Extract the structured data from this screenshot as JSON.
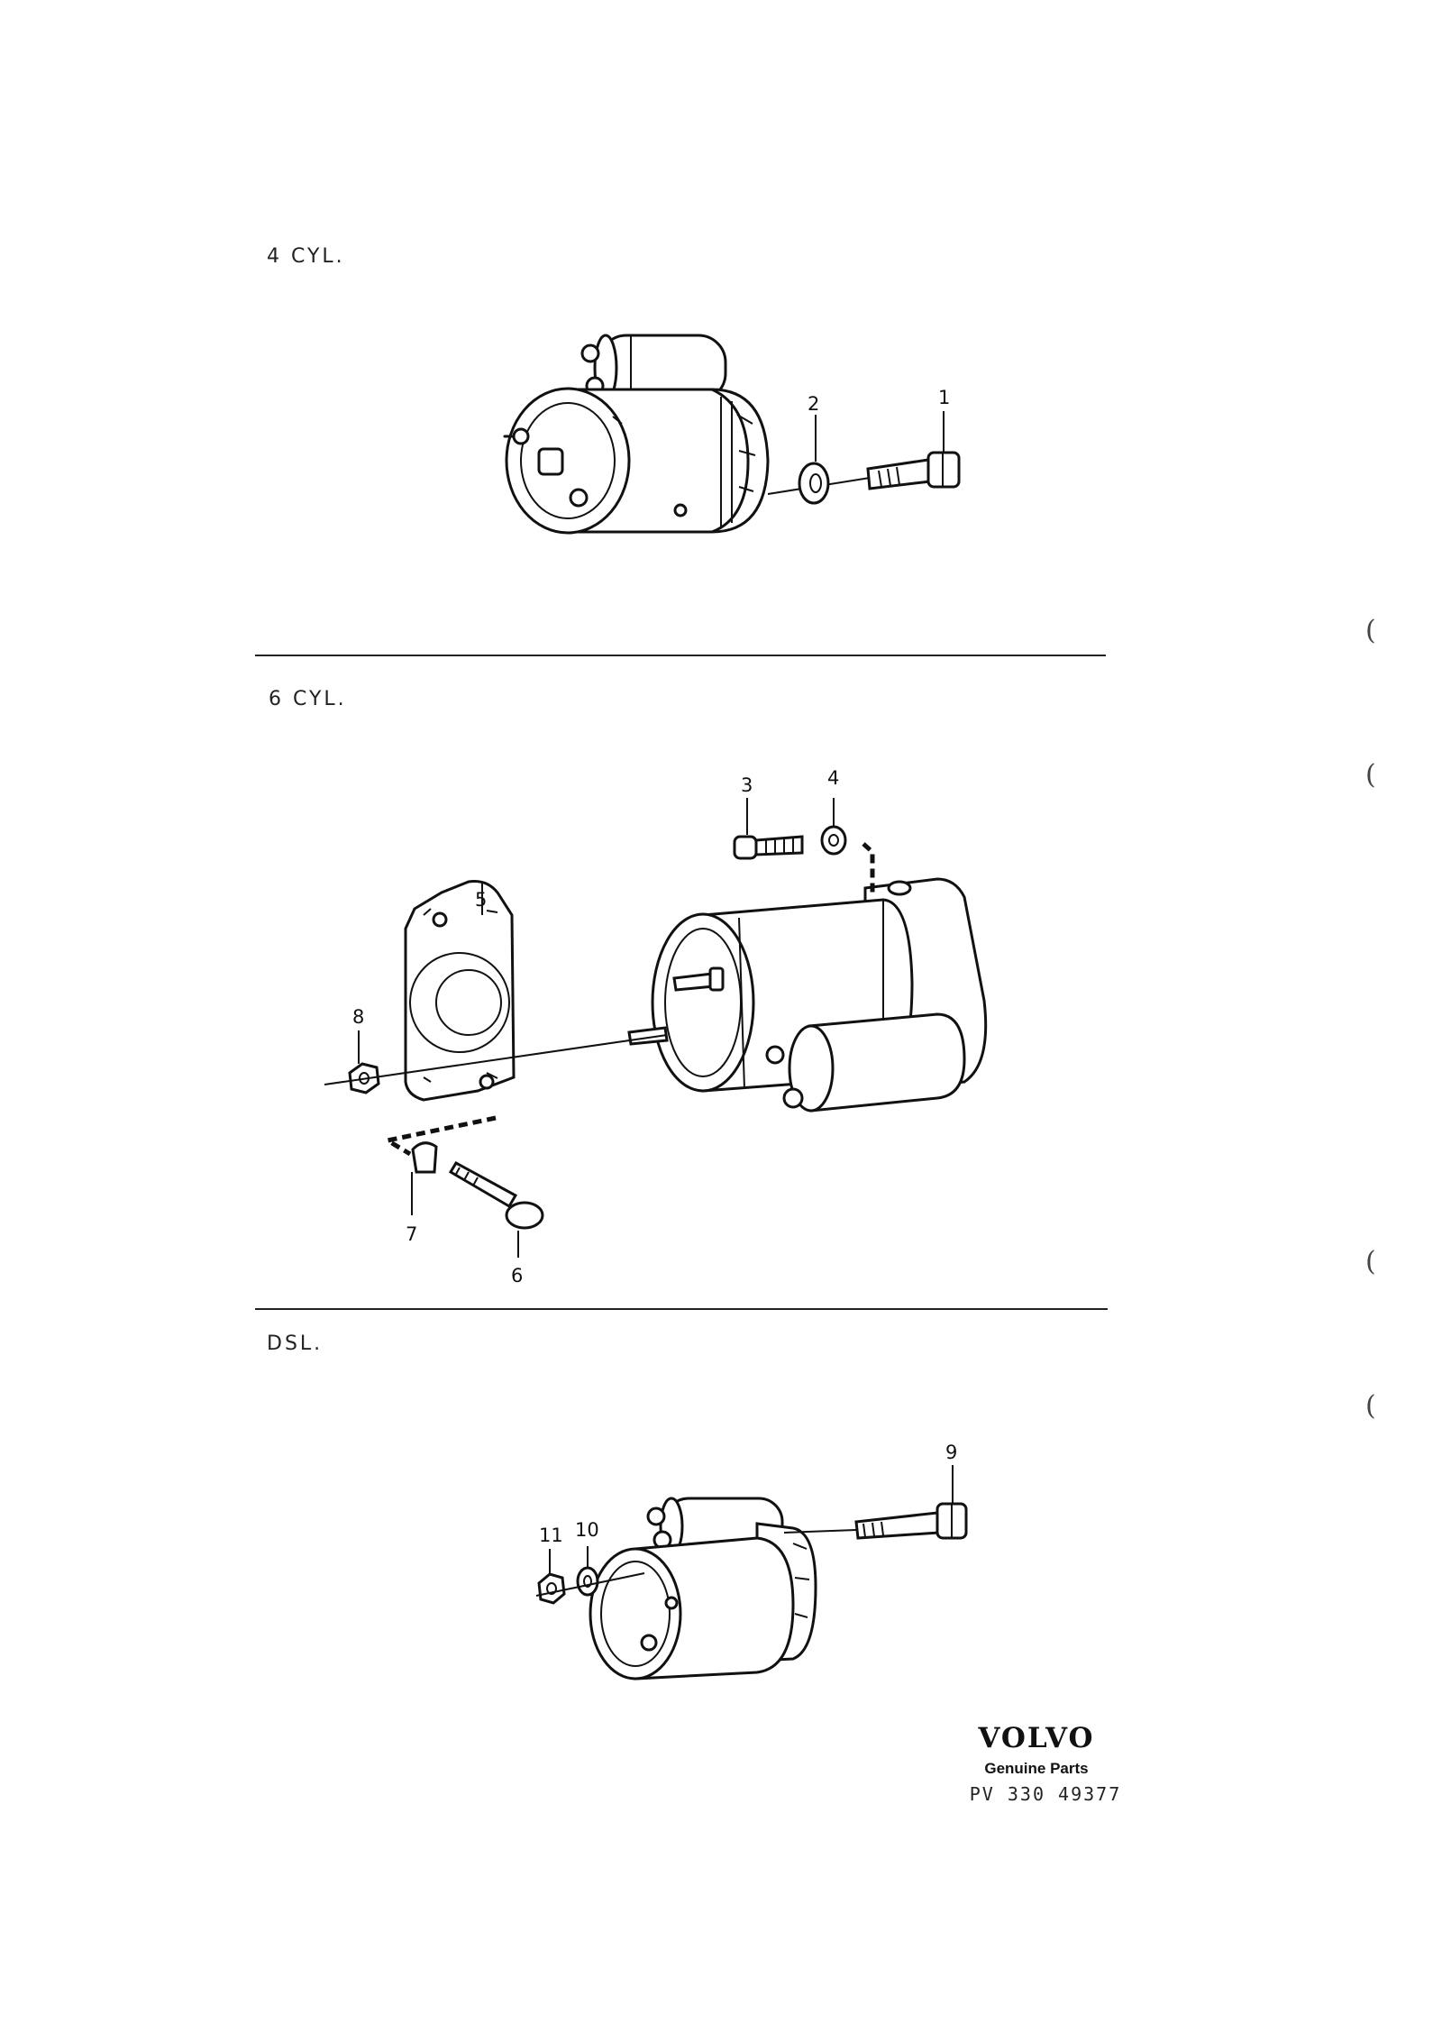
{
  "sections": [
    {
      "label": "4 CYL."
    },
    {
      "label": "6 CYL."
    },
    {
      "label": "DSL."
    }
  ],
  "callouts": {
    "c1": "1",
    "c2": "2",
    "c3": "3",
    "c4": "4",
    "c5": "5",
    "c6": "6",
    "c7": "7",
    "c8": "8",
    "c9": "9",
    "c10": "10",
    "c11": "11"
  },
  "brand": {
    "logo": "VOLVO",
    "tagline": "Genuine Parts",
    "code": "PV 330 49377"
  },
  "margin_marks": [
    "(",
    "(",
    "(",
    "("
  ]
}
